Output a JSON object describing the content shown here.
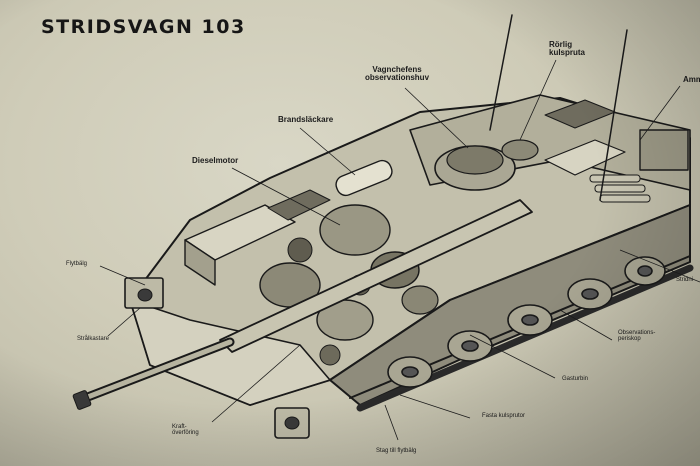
{
  "title": "STRIDSVAGN    103",
  "labels": {
    "rorlig_kulspruta_l1": "Rörlig",
    "rorlig_kulspruta_l2": "kulspruta",
    "vagnchefens_l1": "Vagnchefens",
    "vagnchefens_l2": "observationshuv",
    "ammunition": "Amm",
    "brandslackare": "Brandsläckare",
    "dieselmotor": "Dieselmotor",
    "flytbalg": "Flytbälg",
    "stralkastare": "Strålkastare",
    "kraftoverforing_l1": "Kraft-",
    "kraftoverforing_l2": "överföring",
    "fasta_kulsprutor": "Fasta kulsprutor",
    "stag_till_flytbalg": "Stag till flytbälg",
    "gasturbin": "Gasturbin",
    "observationsperiskop_l1": "Observations-",
    "observationsperiskop_l2": "periskop",
    "stridning": "Stridni"
  },
  "colors": {
    "background": "#d2cfbc",
    "ink": "#1c1c1c"
  }
}
